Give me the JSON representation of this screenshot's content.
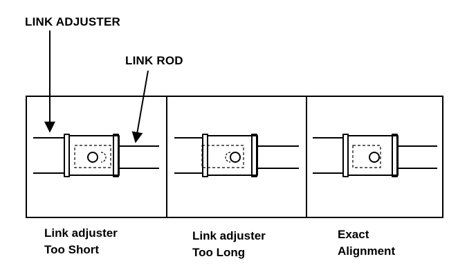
{
  "callouts": {
    "link_adjuster": "LINK ADJUSTER",
    "link_rod": "LINK ROD"
  },
  "panels": [
    {
      "caption_line1": "Link adjuster",
      "caption_line2": "Too Short"
    },
    {
      "caption_line1": "Link adjuster",
      "caption_line2": "Too Long"
    },
    {
      "caption_line1": "Exact",
      "caption_line2": "Alignment"
    }
  ],
  "colors": {
    "ink": "#000000",
    "background": "#ffffff"
  }
}
